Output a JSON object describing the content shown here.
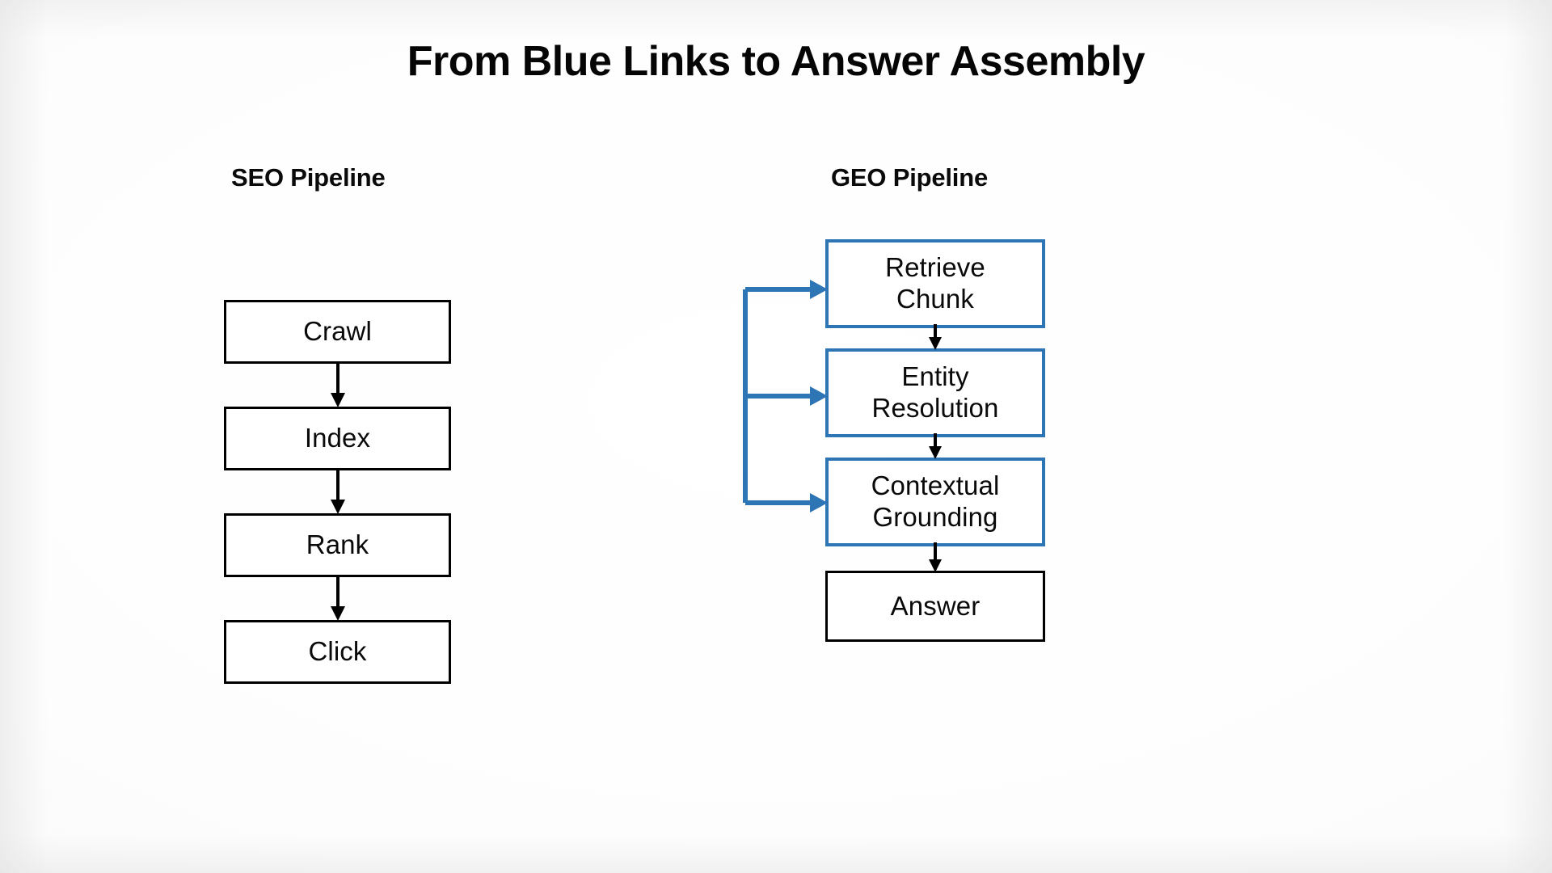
{
  "page": {
    "title": "From Blue Links to Answer Assembly",
    "background_color": "#fbfbfb",
    "text_color": "#0a0a0a",
    "accent_color": "#2E75B6"
  },
  "columns": {
    "seo": {
      "heading": "SEO Pipeline",
      "node_border_color": "#000000",
      "nodes": [
        {
          "label": "Crawl"
        },
        {
          "label": "Index"
        },
        {
          "label": "Rank"
        },
        {
          "label": "Click"
        }
      ],
      "connectors": [
        {
          "from": "Crawl",
          "to": "Index",
          "color": "#000000",
          "style": "down-arrow"
        },
        {
          "from": "Index",
          "to": "Rank",
          "color": "#000000",
          "style": "down-arrow"
        },
        {
          "from": "Rank",
          "to": "Click",
          "color": "#000000",
          "style": "down-arrow"
        }
      ]
    },
    "geo": {
      "heading": "GEO Pipeline",
      "node_border_color_primary": "#2E75B6",
      "node_border_color_terminal": "#000000",
      "nodes": [
        {
          "label": "Retrieve\nChunk",
          "line1": "Retrieve",
          "line2": "Chunk",
          "border": "#2E75B6"
        },
        {
          "label": "Entity\nResolution",
          "line1": "Entity",
          "line2": "Resolution",
          "border": "#2E75B6"
        },
        {
          "label": "Contextual\nGrounding",
          "line1": "Contextual",
          "line2": "Grounding",
          "border": "#2E75B6"
        },
        {
          "label": "Answer",
          "line1": "Answer",
          "line2": "",
          "border": "#000000"
        }
      ],
      "connectors": [
        {
          "from": "Retrieve Chunk",
          "to": "Entity Resolution",
          "color": "#000000",
          "style": "down-arrow"
        },
        {
          "from": "Entity Resolution",
          "to": "Contextual Grounding",
          "color": "#000000",
          "style": "down-arrow"
        },
        {
          "from": "Contextual Grounding",
          "to": "Answer",
          "color": "#000000",
          "style": "down-arrow"
        }
      ],
      "feeders": {
        "color": "#2E75B6",
        "description": "shared vertical trunk branching right into each blue stage",
        "targets": [
          "Retrieve Chunk",
          "Entity Resolution",
          "Contextual Grounding"
        ]
      }
    }
  }
}
